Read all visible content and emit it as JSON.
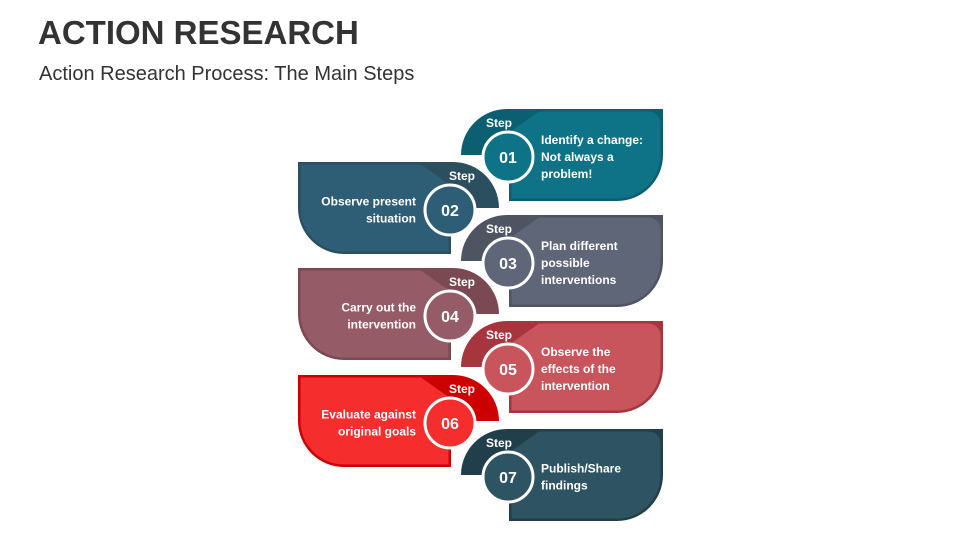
{
  "header": {
    "title": "ACTION RESEARCH",
    "subtitle": "Action Research Process: The Main Steps"
  },
  "steps": [
    {
      "label": "Step",
      "number": "01",
      "lines": [
        "Identify a change:",
        "Not always a",
        "problem!"
      ],
      "side": "right",
      "color": "#0e7386",
      "tab_color": "#0c5f70"
    },
    {
      "label": "Step",
      "number": "02",
      "lines": [
        "Observe present",
        "situation"
      ],
      "side": "left",
      "color": "#2e5e76",
      "tab_color": "#2c4f60"
    },
    {
      "label": "Step",
      "number": "03",
      "lines": [
        "Plan different",
        "possible",
        "interventions"
      ],
      "side": "right",
      "color": "#5f6677",
      "tab_color": "#4e5462"
    },
    {
      "label": "Step",
      "number": "04",
      "lines": [
        "Carry out the",
        "intervention"
      ],
      "side": "left",
      "color": "#955b66",
      "tab_color": "#7a4952"
    },
    {
      "label": "Step",
      "number": "05",
      "lines": [
        "Observe the",
        "effects of the",
        "intervention"
      ],
      "side": "right",
      "color": "#c8545c",
      "tab_color": "#a6353e"
    },
    {
      "label": "Step",
      "number": "06",
      "lines": [
        "Evaluate against",
        "original goals"
      ],
      "side": "left",
      "color": "#f52d2d",
      "tab_color": "#cc0000"
    },
    {
      "label": "Step",
      "number": "07",
      "lines": [
        "Publish/Share",
        "findings"
      ],
      "side": "right",
      "color": "#2e5362",
      "tab_color": "#213f4b"
    }
  ]
}
